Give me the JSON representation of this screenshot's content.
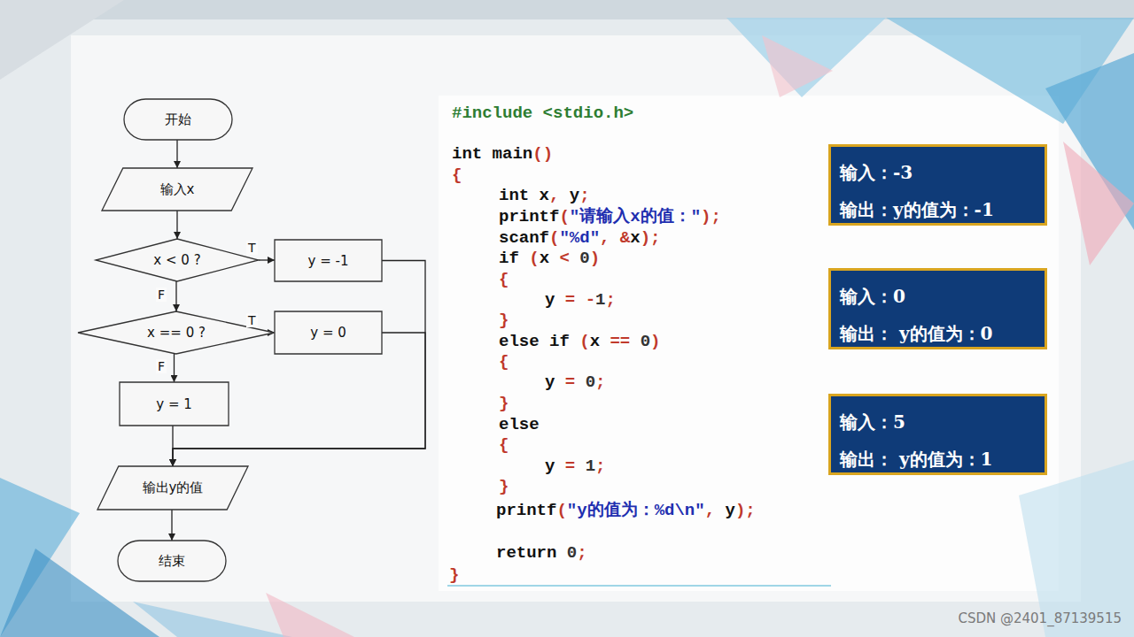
{
  "diagram": {
    "nodes": [
      {
        "text": [
          "开始"
        ]
      },
      {
        "text": [
          "输入x"
        ]
      },
      {
        "text": [
          "x < 0 ?"
        ]
      },
      {
        "text": [
          "y = -1"
        ]
      },
      {
        "text": [
          "x == 0 ?"
        ]
      },
      {
        "text": [
          "y = 0"
        ]
      },
      {
        "text": [
          "y = 1"
        ]
      },
      {
        "text": [
          "输出y的值"
        ]
      },
      {
        "text": [
          "结束"
        ]
      },
      {
        "text": [
          "输入：-3",
          "输出：y的值为：-1"
        ]
      },
      {
        "text": [
          "输入：0",
          "输出： y的值为：0"
        ]
      },
      {
        "text": [
          "输入：5",
          "输出： y的值为：1"
        ]
      }
    ],
    "edges": [
      {
        "from": 0,
        "to": 1,
        "arrow": "to"
      },
      {
        "from": 1,
        "to": 2,
        "arrow": "to"
      },
      {
        "from": 2,
        "to": 3,
        "label": "T",
        "arrow": "to"
      },
      {
        "from": 2,
        "to": 4,
        "label": "F",
        "arrow": "to"
      },
      {
        "from": 4,
        "to": 5,
        "label": "T",
        "arrow": "to"
      },
      {
        "from": 4,
        "to": 6,
        "label": "F",
        "arrow": "to"
      },
      {
        "from": 3,
        "to": 7,
        "arrow": "to"
      },
      {
        "from": 5,
        "to": 7,
        "arrow": "to"
      },
      {
        "from": 6,
        "to": 7,
        "arrow": "to"
      },
      {
        "from": 7,
        "to": 8,
        "arrow": "to"
      }
    ],
    "labels": [
      "#include <stdio.h>",
      "int main()",
      "{",
      "int x, y;",
      "printf(\"请输入x的值：\");",
      "scanf(\"%d\", &x);",
      "if (x < 0)",
      "{",
      "y = -1;",
      "}",
      "else if (x == 0)",
      "{",
      "y = 0;",
      "}",
      "else",
      "{",
      "y = 1;",
      "}",
      "printf(\"y的值为：%d\\n\", y);",
      "return 0;",
      "}",
      "CSDN @2401_87139515"
    ]
  }
}
